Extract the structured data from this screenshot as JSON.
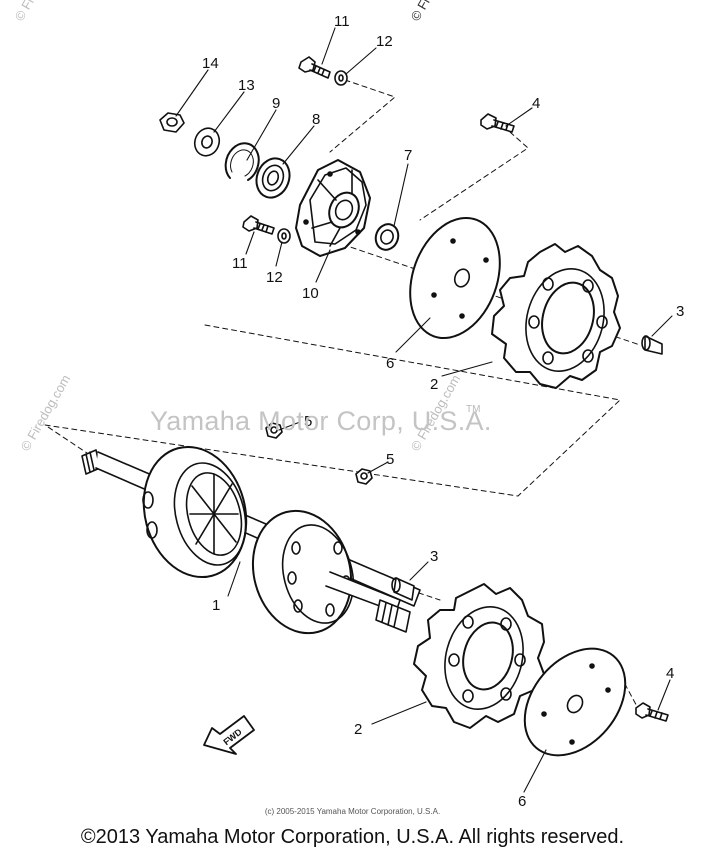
{
  "watermark": {
    "text": "Yamaha Motor Corp, U.S.A.",
    "tm": "TM",
    "firedog_side": "© Firedog.com",
    "firedog_center": "© Firedog.com",
    "firedog_top": "© Fi"
  },
  "small_copyright": "(c) 2005-2015 Yamaha Motor Corporation, U.S.A.",
  "footer": "©2013 Yamaha Motor Corporation, U.S.A. All rights reserved.",
  "fwd_label": "FWD",
  "callouts": [
    "1",
    "2",
    "2",
    "3",
    "3",
    "4",
    "4",
    "5",
    "5",
    "6",
    "6",
    "7",
    "8",
    "9",
    "10",
    "11",
    "11",
    "12",
    "12",
    "13",
    "14"
  ],
  "colors": {
    "ink": "#111111",
    "watermark": "#c4c4c4",
    "background": "#ffffff"
  }
}
